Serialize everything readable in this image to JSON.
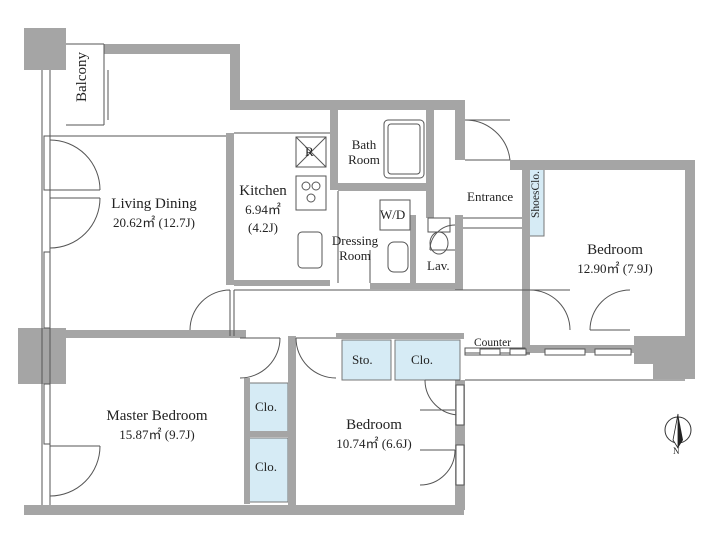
{
  "rooms": {
    "balcony": {
      "name": "Balcony"
    },
    "living": {
      "name": "Living Dining",
      "area": "20.62㎡ (12.7J)"
    },
    "kitchen": {
      "name": "Kitchen",
      "area": "6.94㎡",
      "jo": "(4.2J)"
    },
    "bath": {
      "name": "Bath",
      "name2": "Room"
    },
    "fridge": {
      "name": "R"
    },
    "washer": {
      "name": "W/D"
    },
    "dressing": {
      "name": "Dressing",
      "name2": "Room"
    },
    "lav": {
      "name": "Lav."
    },
    "entrance": {
      "name": "Entrance"
    },
    "shoes": {
      "name": "ShoesClo."
    },
    "bedroom_e": {
      "name": "Bedroom",
      "area": "12.90㎡ (7.9J)"
    },
    "counter": {
      "name": "Counter"
    },
    "storage": {
      "name": "Sto."
    },
    "closet_hall": {
      "name": "Clo."
    },
    "master": {
      "name": "Master Bedroom",
      "area": "15.87㎡ (9.7J)"
    },
    "closet_master_1": {
      "name": "Clo."
    },
    "closet_master_2": {
      "name": "Clo."
    },
    "bedroom_s": {
      "name": "Bedroom",
      "area": "10.74㎡ (6.6J)"
    }
  },
  "compass": {
    "label": "N"
  },
  "colors": {
    "wall": "#a5a5a5",
    "closet": "#d6ebf5",
    "line": "#555555"
  }
}
